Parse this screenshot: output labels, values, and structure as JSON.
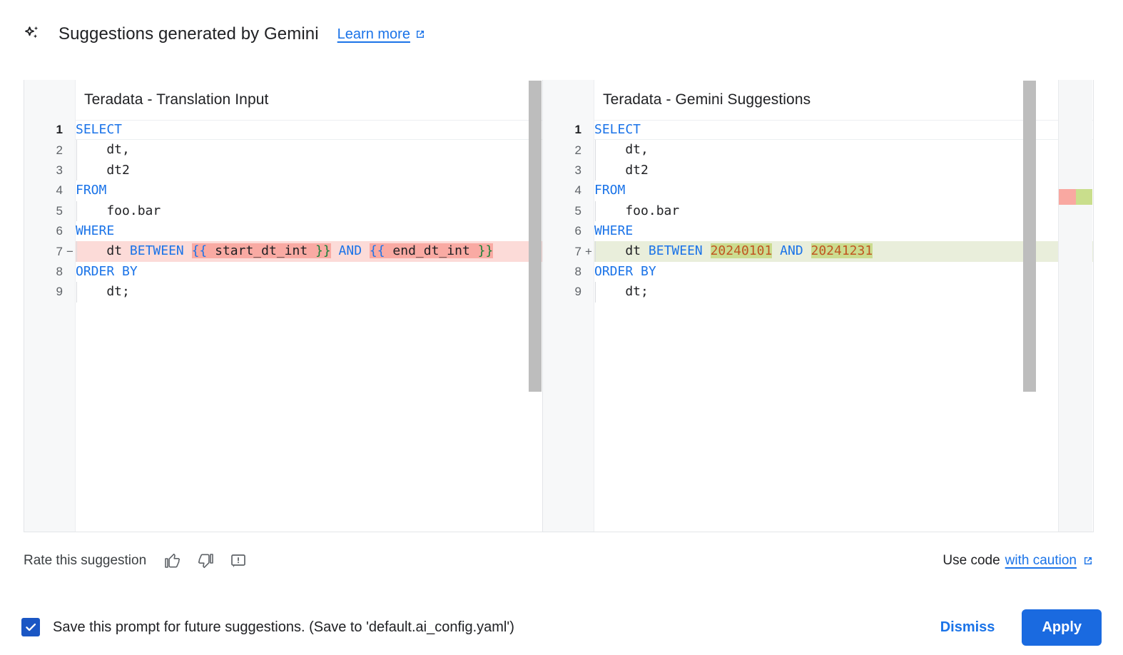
{
  "header": {
    "title": "Suggestions generated by Gemini",
    "sparkle_icon": "sparkle-icon",
    "learn_more_label": "Learn more",
    "external_icon": "external-link-icon"
  },
  "diff": {
    "left": {
      "title": "Teradata - Translation Input",
      "lines": [
        {
          "n": "1",
          "sign": "",
          "type": "current",
          "indent": false,
          "tokens": [
            {
              "t": "SELECT",
              "c": "kw"
            }
          ]
        },
        {
          "n": "2",
          "sign": "",
          "type": "normal",
          "indent": true,
          "tokens": [
            {
              "t": "    dt,",
              "c": "plain"
            }
          ]
        },
        {
          "n": "3",
          "sign": "",
          "type": "normal",
          "indent": true,
          "tokens": [
            {
              "t": "    dt2",
              "c": "plain"
            }
          ]
        },
        {
          "n": "4",
          "sign": "",
          "type": "normal",
          "indent": false,
          "tokens": [
            {
              "t": "FROM",
              "c": "kw"
            }
          ]
        },
        {
          "n": "5",
          "sign": "",
          "type": "normal",
          "indent": true,
          "tokens": [
            {
              "t": "    foo.bar",
              "c": "plain"
            }
          ]
        },
        {
          "n": "6",
          "sign": "",
          "type": "normal",
          "indent": false,
          "tokens": [
            {
              "t": "WHERE",
              "c": "kw"
            }
          ]
        },
        {
          "n": "7",
          "sign": "−",
          "type": "deleted",
          "indent": true,
          "tokens": [
            {
              "t": "    ",
              "c": "plain"
            },
            {
              "t": "dt",
              "c": "plain"
            },
            {
              "t": " ",
              "c": "plain"
            },
            {
              "t": "BETWEEN",
              "c": "kw"
            },
            {
              "t": " ",
              "c": "plain"
            },
            {
              "t": "{{",
              "c": "brc word-del"
            },
            {
              "t": " start_dt_int ",
              "c": "plain word-del"
            },
            {
              "t": "}}",
              "c": "brc2 word-del"
            },
            {
              "t": " ",
              "c": "plain"
            },
            {
              "t": "AND",
              "c": "kw"
            },
            {
              "t": " ",
              "c": "plain"
            },
            {
              "t": "{{",
              "c": "brc word-del"
            },
            {
              "t": " end_dt_int ",
              "c": "plain word-del"
            },
            {
              "t": "}}",
              "c": "brc2 word-del"
            }
          ]
        },
        {
          "n": "8",
          "sign": "",
          "type": "normal",
          "indent": false,
          "tokens": [
            {
              "t": "ORDER BY",
              "c": "kw"
            }
          ]
        },
        {
          "n": "9",
          "sign": "",
          "type": "normal",
          "indent": true,
          "tokens": [
            {
              "t": "    dt;",
              "c": "plain"
            }
          ]
        }
      ]
    },
    "right": {
      "title": "Teradata - Gemini Suggestions",
      "lines": [
        {
          "n": "1",
          "sign": "",
          "type": "current",
          "indent": false,
          "tokens": [
            {
              "t": "SELECT",
              "c": "kw"
            }
          ]
        },
        {
          "n": "2",
          "sign": "",
          "type": "normal",
          "indent": true,
          "tokens": [
            {
              "t": "    dt,",
              "c": "plain"
            }
          ]
        },
        {
          "n": "3",
          "sign": "",
          "type": "normal",
          "indent": true,
          "tokens": [
            {
              "t": "    dt2",
              "c": "plain"
            }
          ]
        },
        {
          "n": "4",
          "sign": "",
          "type": "normal",
          "indent": false,
          "tokens": [
            {
              "t": "FROM",
              "c": "kw"
            }
          ]
        },
        {
          "n": "5",
          "sign": "",
          "type": "normal",
          "indent": true,
          "tokens": [
            {
              "t": "    foo.bar",
              "c": "plain"
            }
          ]
        },
        {
          "n": "6",
          "sign": "",
          "type": "normal",
          "indent": false,
          "tokens": [
            {
              "t": "WHERE",
              "c": "kw"
            }
          ]
        },
        {
          "n": "7",
          "sign": "+",
          "type": "inserted",
          "indent": true,
          "tokens": [
            {
              "t": "    ",
              "c": "plain"
            },
            {
              "t": "dt",
              "c": "plain"
            },
            {
              "t": " ",
              "c": "plain"
            },
            {
              "t": "BETWEEN",
              "c": "kw"
            },
            {
              "t": " ",
              "c": "plain"
            },
            {
              "t": "20240101",
              "c": "num word-ins"
            },
            {
              "t": " ",
              "c": "plain"
            },
            {
              "t": "AND",
              "c": "kw"
            },
            {
              "t": " ",
              "c": "plain"
            },
            {
              "t": "20241231",
              "c": "num word-ins"
            }
          ]
        },
        {
          "n": "8",
          "sign": "",
          "type": "normal",
          "indent": false,
          "tokens": [
            {
              "t": "ORDER BY",
              "c": "kw"
            }
          ]
        },
        {
          "n": "9",
          "sign": "",
          "type": "normal",
          "indent": true,
          "tokens": [
            {
              "t": "    dt;",
              "c": "plain"
            }
          ]
        }
      ]
    },
    "overview_markers": [
      {
        "name": "deleted-marker",
        "color": "#f9a8a1"
      },
      {
        "name": "inserted-marker",
        "color": "#c9de8c"
      }
    ]
  },
  "rate": {
    "label": "Rate this suggestion",
    "thumb_up_icon": "thumb-up-icon",
    "thumb_down_icon": "thumb-down-icon",
    "report_icon": "report-feedback-icon",
    "use_code_prefix": "Use code",
    "use_code_link": "with caution",
    "external_icon": "external-link-icon"
  },
  "footer": {
    "checkbox_checked": true,
    "checkbox_label": "Save this prompt for future suggestions. (Save to 'default.ai_config.yaml')",
    "dismiss_label": "Dismiss",
    "apply_label": "Apply"
  },
  "colors": {
    "accent_blue": "#1a73e8",
    "button_blue": "#1a6ae0",
    "deleted_bg": "#fcdbd8",
    "deleted_word": "#f9aaa3",
    "inserted_bg": "#e9eedb",
    "inserted_word": "#cbdc8f",
    "keyword": "#1a73e8",
    "number": "#c05621"
  }
}
